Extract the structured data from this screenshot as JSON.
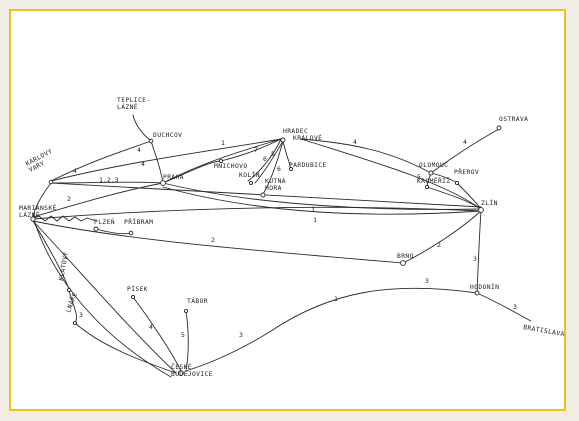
{
  "cities": {
    "teplice": "TEPLICE-\nLÁZNĚ",
    "duchcov": "DUCHCOV",
    "hradec": "HRADEC",
    "kralove": "KRÁLOVÉ",
    "ostrava": "OSTRAVA",
    "karlovy_vary": "KARLOVY\nVARY",
    "praha": "PRAHA",
    "mnichovo": "MNICHOVO",
    "pardubice": "PARDUBICE",
    "kolin": "KOLÍN",
    "kutna_hora": "KUTNÁ\nHORA",
    "olomouc": "OLOMOUC",
    "prerov": "PŘEROV",
    "kromeriz": "KROMĚŘÍŽ",
    "zlin": "ZLÍN",
    "marianske_lazne": "MARIÁNSKÉ\nLÁZNĚ",
    "plzen": "PLZEŇ",
    "pribram": "PŘÍBRAM",
    "brno": "BRNO",
    "klatovy": "KLATOVY",
    "pisek": "PÍSEK",
    "tabor": "TÁBOR",
    "hodonin": "HODONÍN",
    "bratislava": "BRATISLAVA",
    "lnare": "LNÁŘE",
    "budejovice": "ČESKÉ\nBUDĚJOVICE"
  },
  "edge_labels": {
    "l1": "1",
    "l1b": "1",
    "l1c": "1",
    "l2": "2",
    "l2b": "2",
    "l2c": "2",
    "l3": "3",
    "l3b": "3",
    "l3c": "3",
    "l3d": "3",
    "l3e": "3",
    "l4": "4",
    "l4b": "4",
    "l4c": "4",
    "l4d": "4",
    "l4e": "4",
    "l123": "1,2,3",
    "l5": "5",
    "l5b": "5",
    "l6": "6",
    "l6b": "6",
    "l7": "7"
  }
}
